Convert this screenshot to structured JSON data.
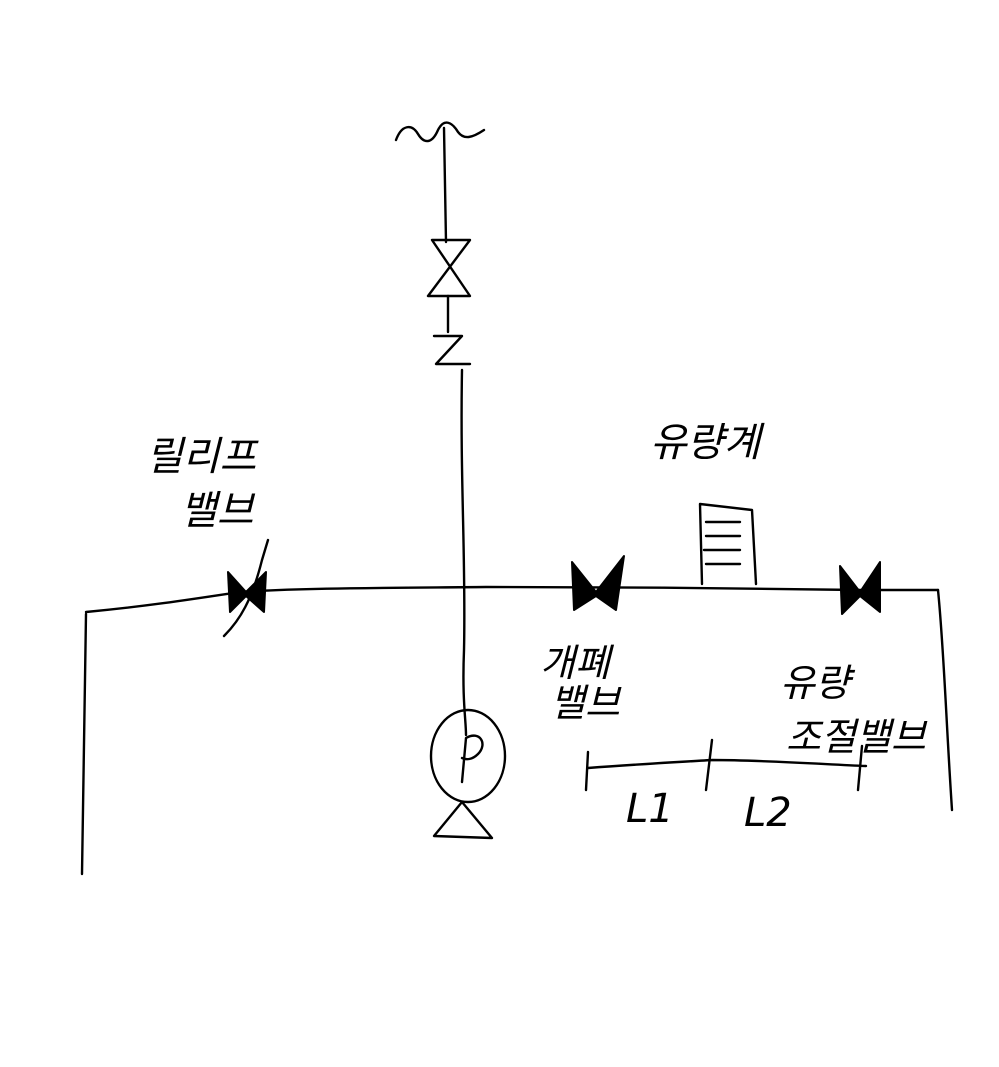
{
  "labels": {
    "relief_valve_line1": "릴리프",
    "relief_valve_line2": "밸브",
    "flow_meter": "유량계",
    "shutoff_valve_line1": "개폐",
    "shutoff_valve_line2": "밸브",
    "flow_control_valve_line1": "유량",
    "flow_control_valve_line2": "조절밸브",
    "pump": "P",
    "length_1": "L1",
    "length_2": "L2"
  }
}
